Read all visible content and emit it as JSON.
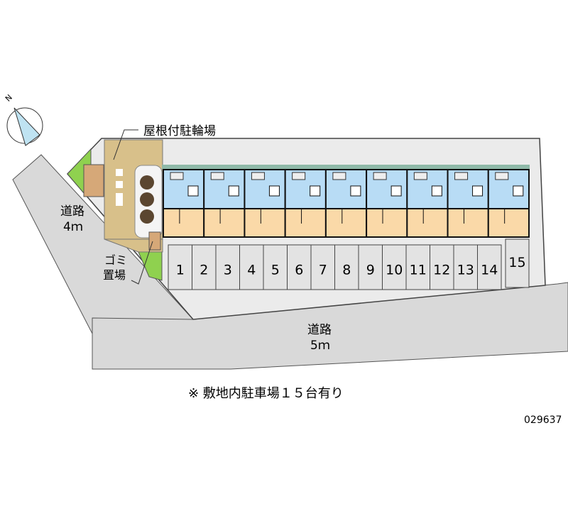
{
  "labels": {
    "bicycle_parking": "屋根付駐輪場",
    "road_left": "道路",
    "road_left_width": "4ｍ",
    "garbage_line1": "ゴミ",
    "garbage_line2": "置場",
    "road_bottom": "道路",
    "road_bottom_width": "5ｍ",
    "note": "※ 敷地内駐車場１５台有り",
    "property_id": "029637",
    "compass_north": "N"
  },
  "parking_spaces": [
    "1",
    "2",
    "3",
    "4",
    "5",
    "6",
    "7",
    "8",
    "9",
    "10",
    "11",
    "12",
    "13",
    "14",
    "15"
  ],
  "building_units": 9,
  "colors": {
    "road": "#d9d9d9",
    "lot": "#e8e8e8",
    "room": "#fad9a8",
    "wet": "#b8dcf5",
    "green": "#8fd14f",
    "brick": "#d8c08a",
    "roof_trim": "#8fb9a8"
  }
}
